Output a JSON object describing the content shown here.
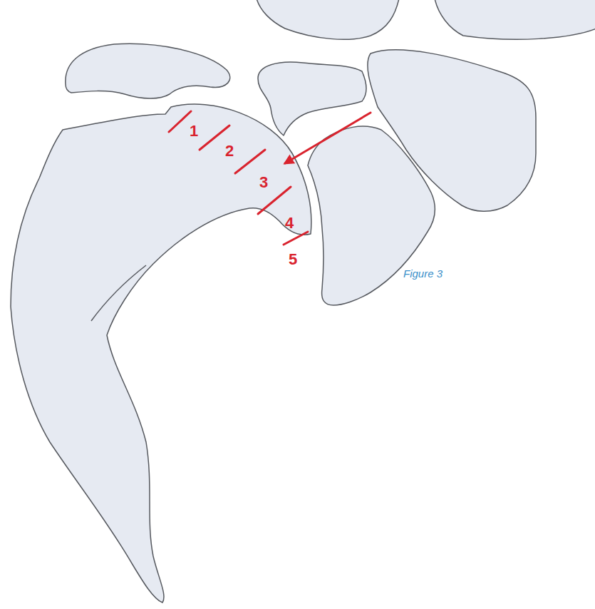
{
  "diagram": {
    "caption": "Figure 3",
    "labels": [
      "1",
      "2",
      "3",
      "4",
      "5"
    ]
  }
}
